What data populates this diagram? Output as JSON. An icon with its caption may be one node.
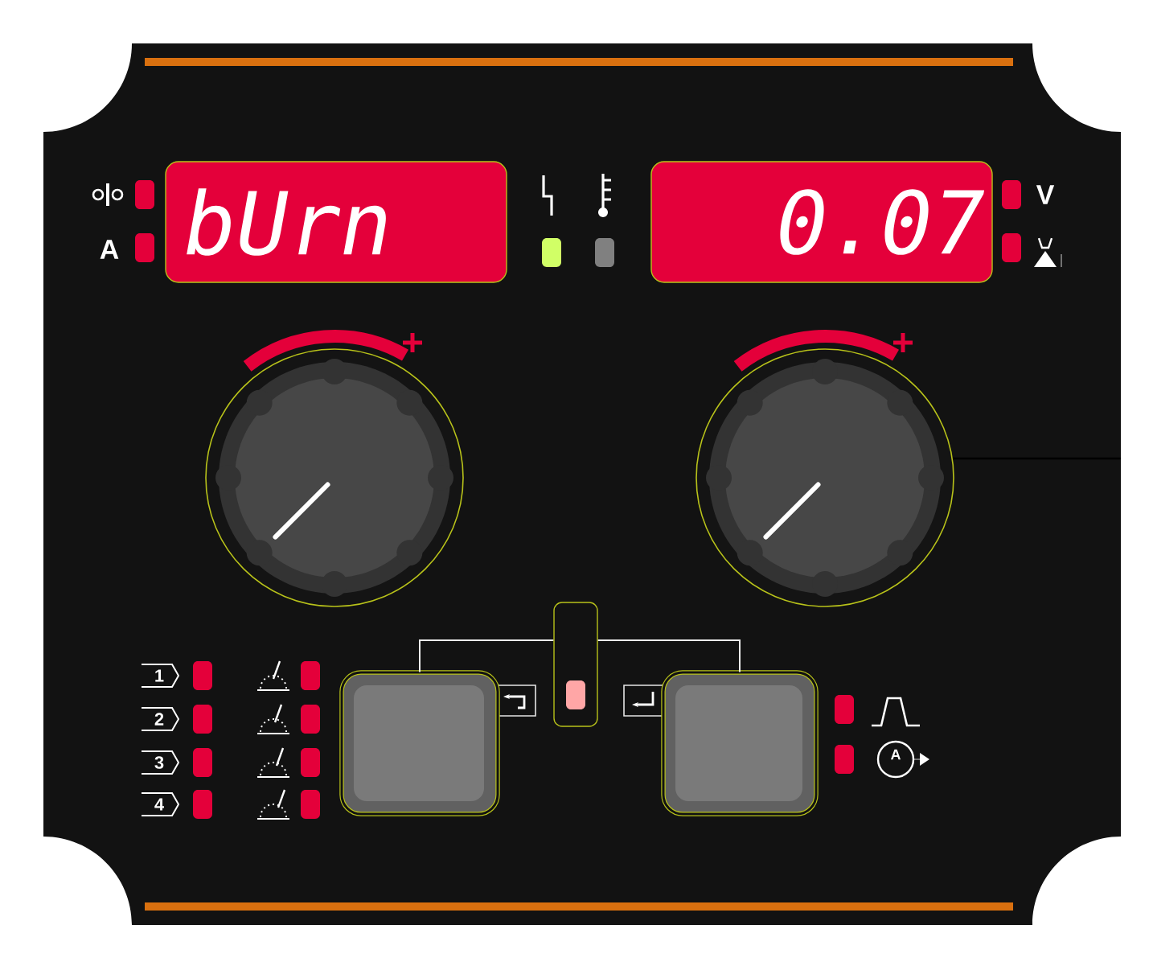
{
  "diagram": {
    "nodes": [
      {
        "text": [
          "bUrn"
        ]
      },
      {
        "text": [
          "0.07"
        ]
      },
      {
        "text": [],
        "shape": "box"
      },
      {
        "text": [],
        "shape": "box"
      },
      {
        "text": [],
        "shape": "box"
      }
    ],
    "edges": [
      {
        "from": 2,
        "to": 3,
        "arrow": "none"
      },
      {
        "from": 2,
        "to": 4,
        "arrow": "none"
      }
    ],
    "labels": [
      "A",
      "V",
      "1",
      "2",
      "3",
      "4",
      "A"
    ]
  }
}
